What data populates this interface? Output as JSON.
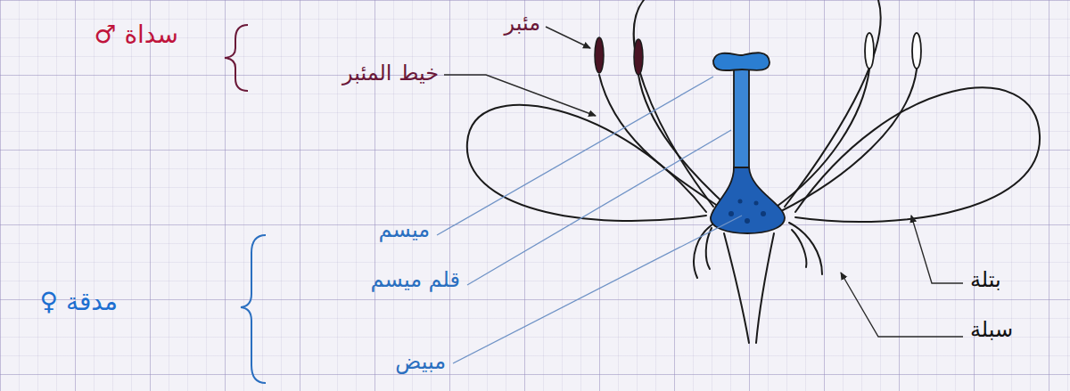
{
  "diagram": {
    "labels": [
      "مئبر",
      "خيط المئبر",
      "سداة ♂",
      "ميسم",
      "قلم ميسم",
      "مبيض",
      "مدقة ♀",
      "بتلة",
      "سبلة"
    ]
  }
}
